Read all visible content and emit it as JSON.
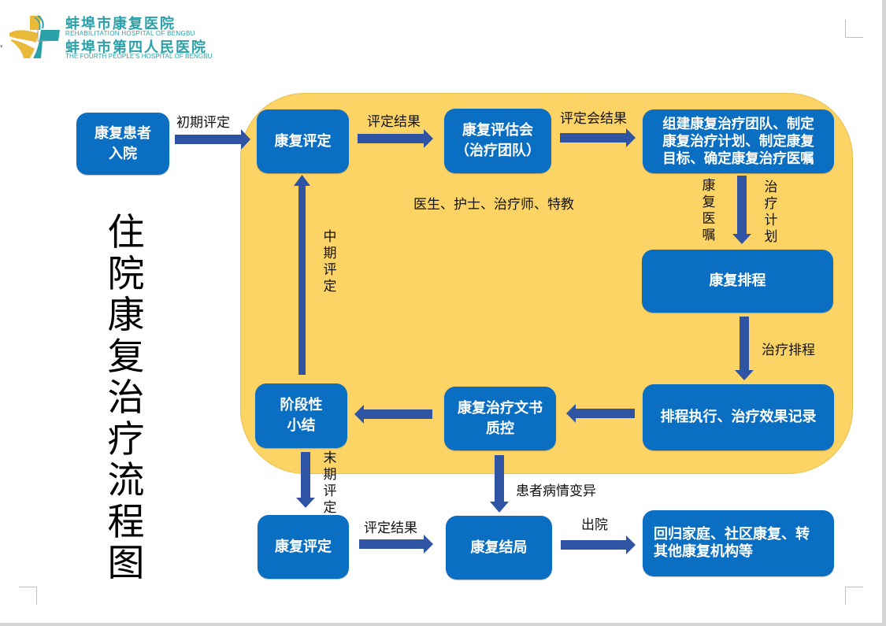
{
  "logo": {
    "name_cn_1": "蚌埠市康复医院",
    "name_en_1": "REHABILITATION  HOSPITAL OF BENGBU",
    "name_cn_2": "蚌埠市第四人民医院",
    "name_en_2": "THE FOURTH PEOPLE'S HOSPITAL OF BENGBU",
    "colors": {
      "yellow": "#e9b93a",
      "teal": "#2aa0a8"
    }
  },
  "title": [
    "住",
    "院",
    "康",
    "复",
    "治",
    "疗",
    "流",
    "程",
    "图"
  ],
  "colors": {
    "box_fill": "#0a6fc2",
    "arrow": "#2f54a3",
    "zone_fill": "#fcd466"
  },
  "nodes": {
    "admission": [
      "康复患者",
      "入院"
    ],
    "initial_assessment": [
      "康复评定"
    ],
    "assessment_meeting": [
      "康复评估会",
      "（治疗团队）"
    ],
    "team_plan": [
      "组建康复治疗团队、制定",
      "康复治疗计划、制定康复",
      "目标、确定康复治疗医嘱"
    ],
    "scheduling": [
      "康复排程"
    ],
    "execution": [
      "排程执行、治疗效果记录"
    ],
    "document_qc": [
      "康复治疗文书",
      "质控"
    ],
    "stage_summary": [
      "阶段性",
      "小结"
    ],
    "final_assessment": [
      "康复评定"
    ],
    "outcome": [
      "康复结局"
    ],
    "discharge_dest": [
      "回归家庭、社区康复、转",
      "其他康复机构等"
    ]
  },
  "edge_labels": {
    "initial_eval": "初期评定",
    "eval_result_1": "评定结果",
    "meeting_result": "评定会结果",
    "team_members": "医生、护士、治疗师、特教",
    "rehab_orders": [
      "康",
      "复",
      "医",
      "嘱"
    ],
    "treatment_plan": [
      "治",
      "疗",
      "计",
      "划"
    ],
    "treatment_schedule": "治疗排程",
    "mid_eval": [
      "中",
      "期",
      "评",
      "定"
    ],
    "final_eval": [
      "末",
      "期",
      "评",
      "定"
    ],
    "condition_change": "患者病情变异",
    "eval_result_2": "评定结果",
    "discharge": "出院"
  }
}
